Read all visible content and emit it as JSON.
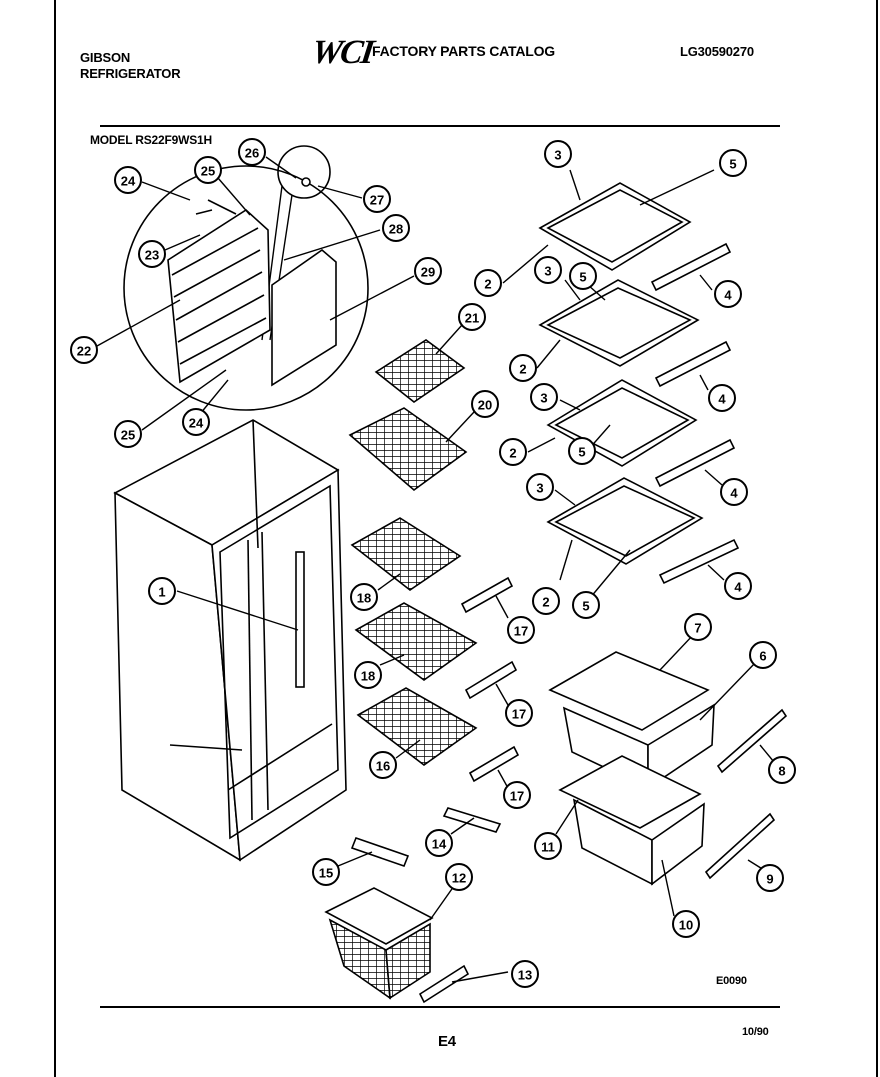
{
  "header": {
    "brand": "GIBSON",
    "product": "REFRIGERATOR",
    "logo": "WCI",
    "catalog_title": "FACTORY PARTS CATALOG",
    "catalog_number": "LG30590270",
    "model_label": "MODEL RS22F9WS1H"
  },
  "footer": {
    "drawing_code": "E0090",
    "page": "E4",
    "date": "10/90"
  },
  "callouts": [
    {
      "id": "c1",
      "n": "1"
    },
    {
      "id": "c2a",
      "n": "2"
    },
    {
      "id": "c2b",
      "n": "2"
    },
    {
      "id": "c2c",
      "n": "2"
    },
    {
      "id": "c2d",
      "n": "2"
    },
    {
      "id": "c3a",
      "n": "3"
    },
    {
      "id": "c3b",
      "n": "3"
    },
    {
      "id": "c3c",
      "n": "3"
    },
    {
      "id": "c3d",
      "n": "3"
    },
    {
      "id": "c4a",
      "n": "4"
    },
    {
      "id": "c4b",
      "n": "4"
    },
    {
      "id": "c4c",
      "n": "4"
    },
    {
      "id": "c4d",
      "n": "4"
    },
    {
      "id": "c5a",
      "n": "5"
    },
    {
      "id": "c5b",
      "n": "5"
    },
    {
      "id": "c5c",
      "n": "5"
    },
    {
      "id": "c5d",
      "n": "5"
    },
    {
      "id": "c6",
      "n": "6"
    },
    {
      "id": "c7",
      "n": "7"
    },
    {
      "id": "c8",
      "n": "8"
    },
    {
      "id": "c9",
      "n": "9"
    },
    {
      "id": "c10",
      "n": "10"
    },
    {
      "id": "c11",
      "n": "11"
    },
    {
      "id": "c12",
      "n": "12"
    },
    {
      "id": "c13",
      "n": "13"
    },
    {
      "id": "c14",
      "n": "14"
    },
    {
      "id": "c15",
      "n": "15"
    },
    {
      "id": "c16",
      "n": "16"
    },
    {
      "id": "c17a",
      "n": "17"
    },
    {
      "id": "c17b",
      "n": "17"
    },
    {
      "id": "c17c",
      "n": "17"
    },
    {
      "id": "c18a",
      "n": "18"
    },
    {
      "id": "c18b",
      "n": "18"
    },
    {
      "id": "c20",
      "n": "20"
    },
    {
      "id": "c21",
      "n": "21"
    },
    {
      "id": "c22",
      "n": "22"
    },
    {
      "id": "c23",
      "n": "23"
    },
    {
      "id": "c24a",
      "n": "24"
    },
    {
      "id": "c24b",
      "n": "24"
    },
    {
      "id": "c25a",
      "n": "25"
    },
    {
      "id": "c25b",
      "n": "25"
    },
    {
      "id": "c26",
      "n": "26"
    },
    {
      "id": "c27",
      "n": "27"
    },
    {
      "id": "c28",
      "n": "28"
    },
    {
      "id": "c29",
      "n": "29"
    }
  ]
}
